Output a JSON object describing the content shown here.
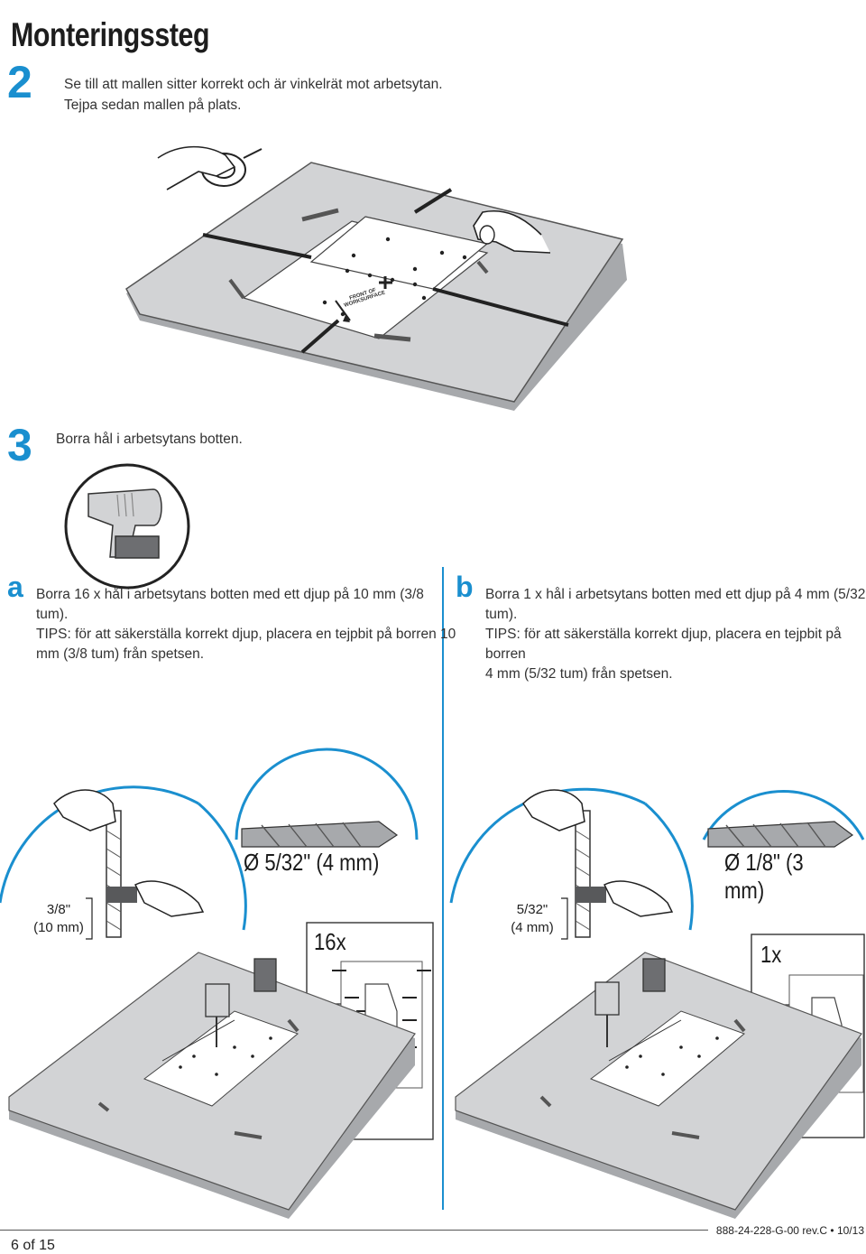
{
  "page": {
    "title": "Monteringssteg"
  },
  "step2": {
    "number": "2",
    "line1": "Se till att mallen sitter korrekt och är vinkelrät mot arbetsytan.",
    "line2": "Tejpa sedan mallen på plats.",
    "template_label_1": "FRONT OF",
    "template_label_2": "WORKSURFACE"
  },
  "step3": {
    "number": "3",
    "text": "Borra hål i arbetsytans botten."
  },
  "sub_a": {
    "letter": "a",
    "line1": "Borra 16 x hål i arbetsytans botten med ett djup på 10 mm (3/8",
    "line2": "tum).",
    "line3": "TIPS: för att säkerställa korrekt djup, placera en tejpbit på borren 10",
    "line4": "mm (3/8 tum) från spetsen.",
    "bit_label": "Ø 5/32\" (4 mm)",
    "depth_label_1": "3/8\"",
    "depth_label_2": "(10 mm)",
    "count_label": "16x"
  },
  "sub_b": {
    "letter": "b",
    "line1": "Borra 1 x hål i arbetsytans botten med ett djup på 4 mm (5/32",
    "line2": "tum).",
    "line3": "TIPS: för att säkerställa korrekt djup, placera en tejpbit på borren",
    "line4": "4 mm (5/32 tum) från spetsen.",
    "bit_label": "Ø 1/8\" (3 mm)",
    "depth_label_1": "5/32\"",
    "depth_label_2": "(4 mm)",
    "count_label": "1x"
  },
  "footer": {
    "page": "6 of 15",
    "code": "888-24-228-G-00 rev.C • 10/13"
  },
  "colors": {
    "accent": "#1a8fcf",
    "surface": "#d2d3d5",
    "surface_edge": "#a7a9ac",
    "dark": "#4d4d4f"
  }
}
